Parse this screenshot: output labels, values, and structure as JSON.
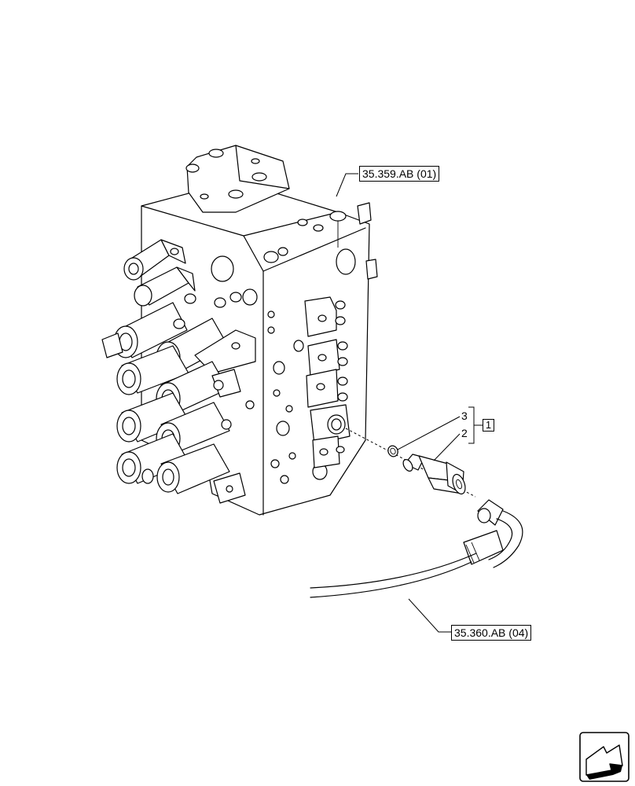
{
  "references": {
    "upper": "35.359.AB (01)",
    "lower": "35.360.AB (04)"
  },
  "callouts": {
    "item_3": "3",
    "item_2": "2",
    "group_box": "1"
  },
  "icons": {
    "navigation": "arrow-icon"
  }
}
